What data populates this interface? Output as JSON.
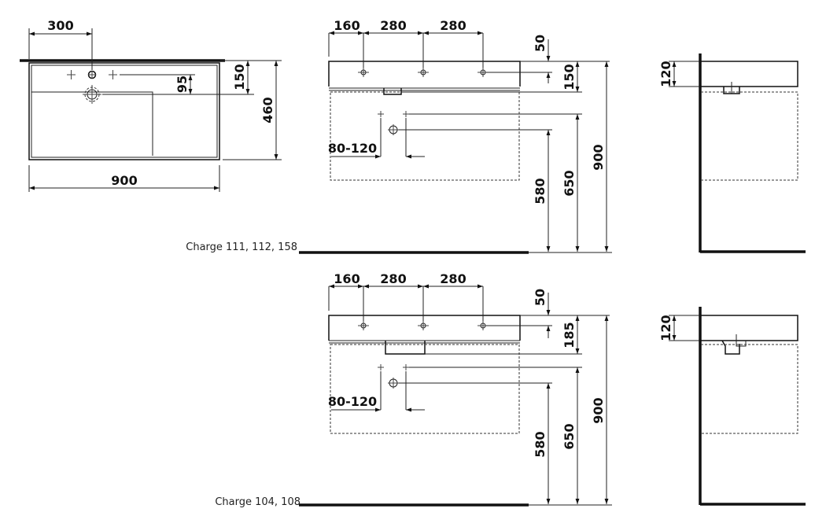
{
  "top_view": {
    "dims": {
      "tap_offset": "300",
      "rear_depth": "150",
      "overflow_depth": "95",
      "total_depth": "460",
      "total_width": "900"
    }
  },
  "front_view_1": {
    "caption": "Charge 111, 112, 158",
    "dims": {
      "left_hole": "160",
      "hole_spacing_1": "280",
      "hole_spacing_2": "280",
      "top_hole_offset": "50",
      "basin_height": "150",
      "waste_offset": "80-120",
      "height_580": "580",
      "height_650": "650",
      "height_900": "900"
    }
  },
  "side_view_1": {
    "dims": {
      "depth_120": "120"
    }
  },
  "front_view_2": {
    "caption": "Charge 104, 108",
    "dims": {
      "left_hole": "160",
      "hole_spacing_1": "280",
      "hole_spacing_2": "280",
      "top_hole_offset": "50",
      "basin_height": "185",
      "waste_offset": "80-120",
      "height_580": "580",
      "height_650": "650",
      "height_900": "900"
    }
  },
  "side_view_2": {
    "dims": {
      "depth_120": "120"
    }
  }
}
